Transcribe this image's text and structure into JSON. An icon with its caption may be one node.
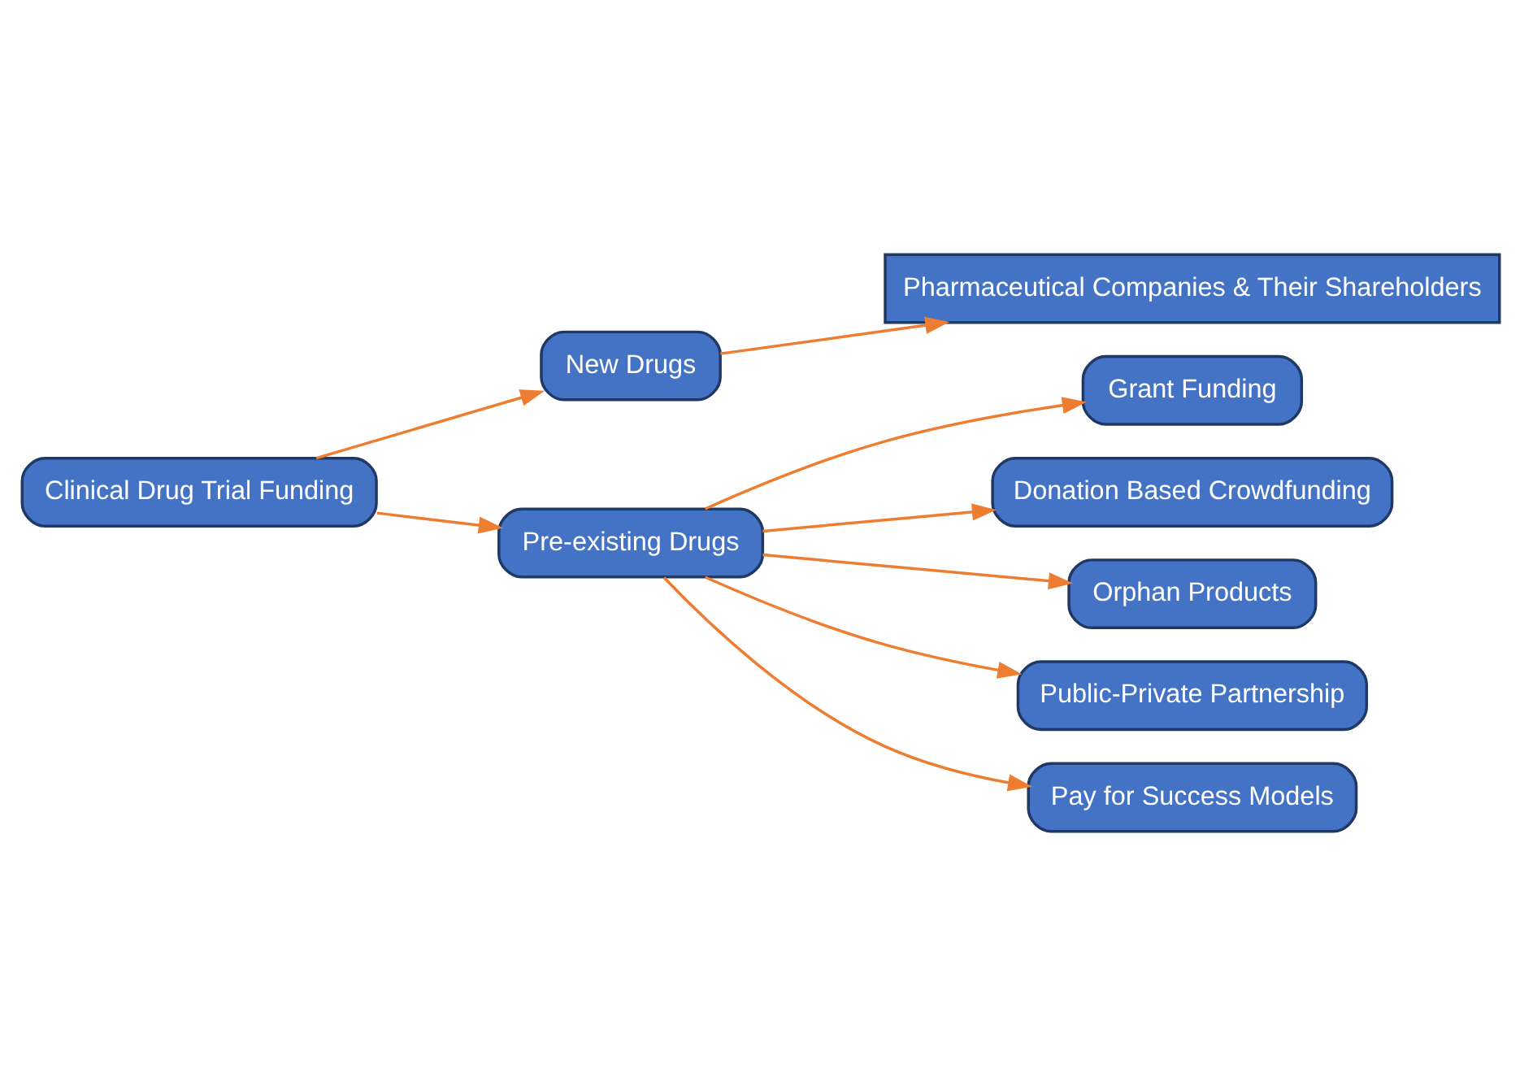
{
  "diagram": {
    "nodes": [
      {
        "text": [
          "Clinical Drug Trial Funding"
        ]
      },
      {
        "text": [
          "New Drugs"
        ]
      },
      {
        "text": [
          "Pre-existing Drugs"
        ]
      },
      {
        "text": [
          "Pharmaceutical Companies & Their Shareholders"
        ]
      },
      {
        "text": [
          "Grant Funding"
        ]
      },
      {
        "text": [
          "Donation Based Crowdfunding"
        ]
      },
      {
        "text": [
          "Orphan Products"
        ]
      },
      {
        "text": [
          "Public-Private Partnership"
        ]
      },
      {
        "text": [
          "Pay for Success Models"
        ]
      }
    ],
    "edges": [
      {
        "from": 0,
        "to": 1,
        "arrow": "to"
      },
      {
        "from": 0,
        "to": 2,
        "arrow": "to"
      },
      {
        "from": 1,
        "to": 3,
        "arrow": "to"
      },
      {
        "from": 2,
        "to": 4,
        "arrow": "to"
      },
      {
        "from": 2,
        "to": 5,
        "arrow": "to"
      },
      {
        "from": 2,
        "to": 6,
        "arrow": "to"
      },
      {
        "from": 2,
        "to": 7,
        "arrow": "to"
      },
      {
        "from": 2,
        "to": 8,
        "arrow": "to"
      }
    ]
  }
}
